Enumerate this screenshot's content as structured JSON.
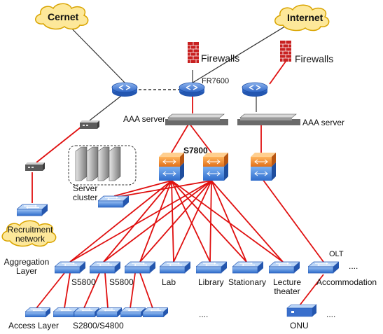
{
  "clouds": {
    "cernet": "Cernet",
    "internet": "Internet",
    "recruitment": "Recruitment\nnetwork"
  },
  "labels": {
    "firewalls_left": "Firewalls",
    "firewalls_right": "Firewalls",
    "fr7600": "FR7600",
    "aaa_left": "AAA server",
    "aaa_right": "AAA server",
    "s7800": "S7800",
    "server_cluster": "Server\ncluster",
    "aggregation_layer": "Aggregation\nLayer",
    "olt": "OLT",
    "ellipsis_agg": "....",
    "ellipsis_access": "....",
    "ellipsis_onu": "....",
    "access_layer": "Access Layer",
    "s2800_s4800": "S2800/S4800",
    "onu": "ONU"
  },
  "aggregation_nodes": [
    "S5800",
    "S5800",
    "Lab",
    "Library",
    "Stationary",
    "Lecture\ntheater",
    "Accommodation"
  ],
  "colors": {
    "link_red": "#e01010",
    "link_black": "#333333",
    "router_blue": "#3a78d8",
    "switch_blue": "#3f7fd6",
    "firewall_red": "#c82020",
    "core_orange": "#f08a20",
    "cloud_fill": "#fde89a",
    "cloud_stroke": "#d9a400"
  },
  "icons": {
    "router": "router-icon",
    "switch": "switch-icon",
    "firewall": "firewall-icon",
    "server": "server-icon",
    "modem": "modem-icon",
    "core_switch": "core-switch-icon",
    "cloud": "cloud-icon"
  }
}
